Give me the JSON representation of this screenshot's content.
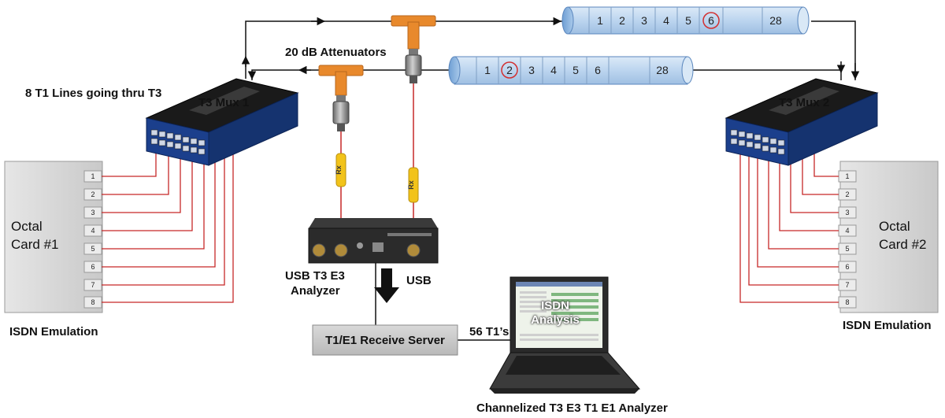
{
  "labels": {
    "attenuators": "20 dB Attenuators",
    "t1_lines": "8 T1 Lines going thru T3",
    "mux1": "T3 Mux 1",
    "mux2": "T3 Mux 2",
    "usb_analyzer_line1": "USB T3 E3",
    "usb_analyzer_line2": "Analyzer",
    "usb": "USB",
    "server": "T1/E1 Receive Server",
    "t1_count": "56 T1’s",
    "laptop_screen_line1": "ISDN",
    "laptop_screen_line2": "Analysis",
    "channelized": "Channelized T3 E3 T1 E1 Analyzer",
    "isdn_left": "ISDN Emulation",
    "isdn_right": "ISDN Emulation",
    "rx": "Rx"
  },
  "octal_cards": {
    "left": {
      "line1": "Octal",
      "line2": "Card #1",
      "ports": [
        "1",
        "2",
        "3",
        "4",
        "5",
        "6",
        "7",
        "8"
      ]
    },
    "right": {
      "line1": "Octal",
      "line2": "Card #2",
      "ports": [
        "1",
        "2",
        "3",
        "4",
        "5",
        "6",
        "7",
        "8"
      ]
    }
  },
  "pipes": {
    "top": {
      "channels": [
        "1",
        "2",
        "3",
        "4",
        "5",
        "6",
        "28"
      ],
      "highlighted": "6"
    },
    "bottom": {
      "channels": [
        "1",
        "2",
        "3",
        "4",
        "5",
        "6",
        "28"
      ],
      "highlighted": "2"
    }
  },
  "colors": {
    "pipe_fill": "#bcd5ef",
    "connector": "#e8892c",
    "cable": "#c62828",
    "rx_tag": "#f2c31a",
    "mux_body": "#1b3f8c"
  }
}
